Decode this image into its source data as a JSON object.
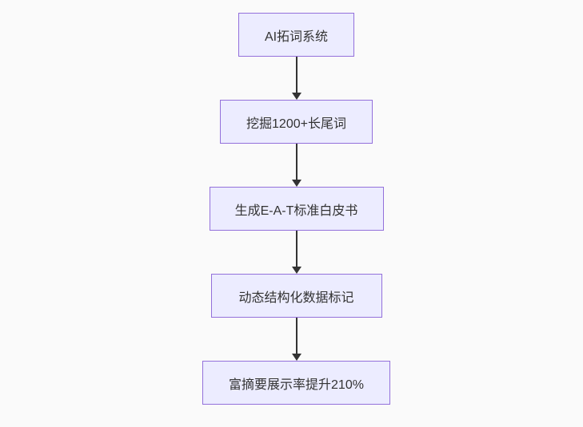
{
  "flowchart": {
    "type": "flowchart-vertical",
    "nodes": [
      {
        "id": "step-1",
        "label": "AI拓词系统"
      },
      {
        "id": "step-2",
        "label": "挖掘1200+长尾词"
      },
      {
        "id": "step-3",
        "label": "生成E-A-T标准白皮书"
      },
      {
        "id": "step-4",
        "label": "动态结构化数据标记"
      },
      {
        "id": "step-5",
        "label": "富摘要展示率提升210%"
      }
    ],
    "edges": [
      {
        "from": "step-1",
        "to": "step-2",
        "style": "arrow-down"
      },
      {
        "from": "step-2",
        "to": "step-3",
        "style": "arrow-down"
      },
      {
        "from": "step-3",
        "to": "step-4",
        "style": "arrow-down"
      },
      {
        "from": "step-4",
        "to": "step-5",
        "style": "arrow-down"
      }
    ],
    "colors": {
      "background": "#fafafa",
      "node_fill": "#ECECFF",
      "node_border": "#9370DB",
      "text": "#333333",
      "arrow": "#333333"
    }
  }
}
